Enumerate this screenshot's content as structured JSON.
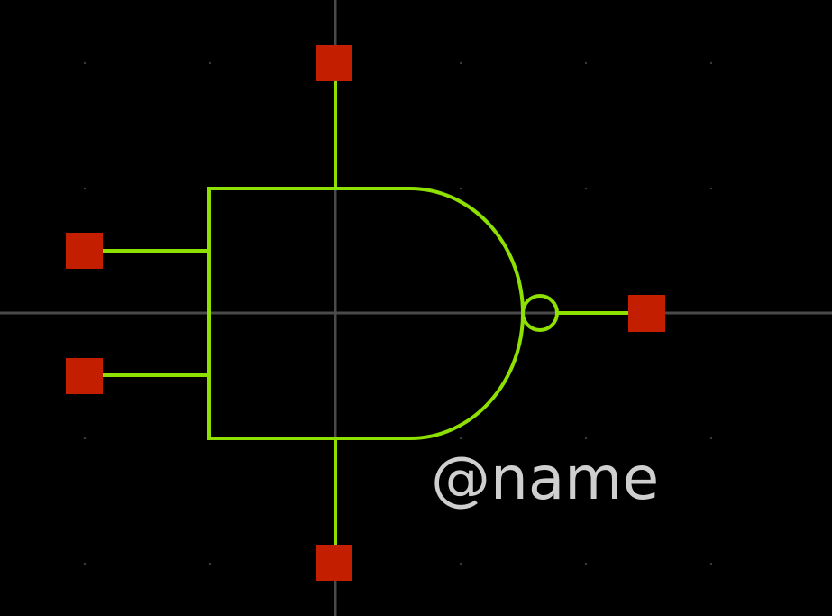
{
  "colors": {
    "background": "#000000",
    "axis": "#4a4a4a",
    "grid_dot": "#3a3a3a",
    "wire": "#8ee000",
    "pin": "#c41e00",
    "label": "#cfcfcf"
  },
  "symbol": {
    "kind": "nand-gate",
    "inputs": 2,
    "outputs": 1,
    "extra_pins": [
      "top",
      "bottom"
    ],
    "label": "@name"
  }
}
